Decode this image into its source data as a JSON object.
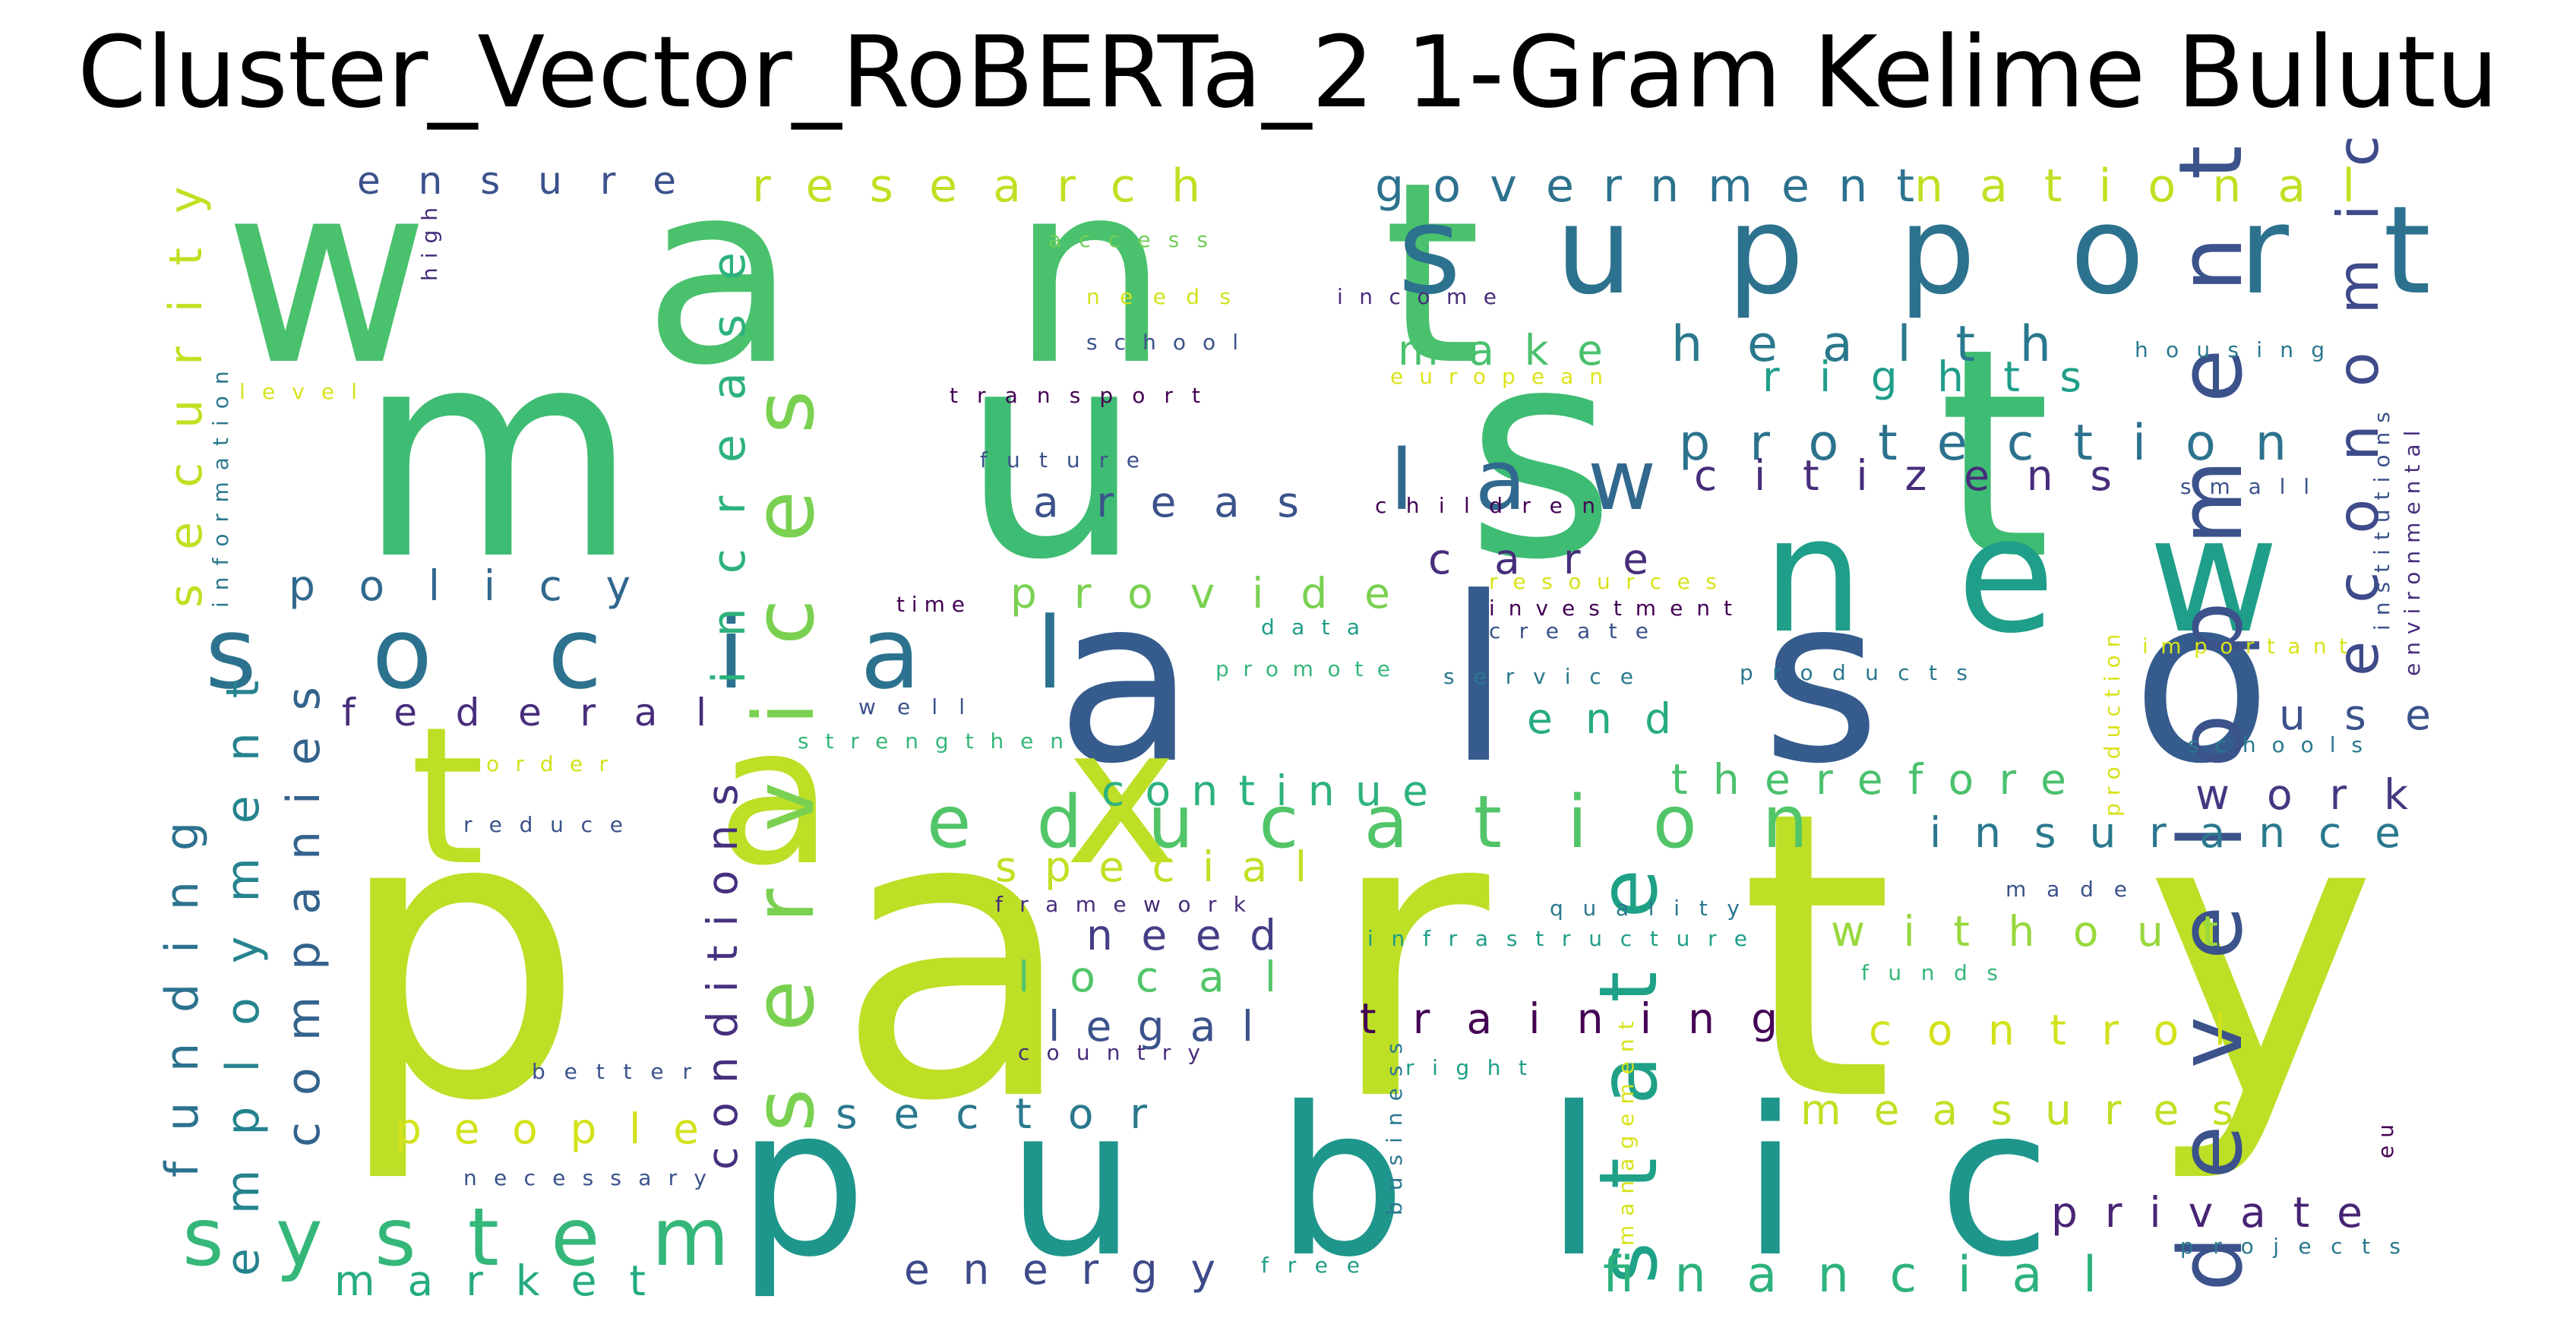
{
  "title": "Cluster_Vector_RoBERTa_2 1-Gram Kelime Bulutu",
  "palette": "viridis",
  "background": "#ffffff",
  "words": [
    {
      "text": "party",
      "color": "#bddf26"
    },
    {
      "text": "must",
      "color": "#3fbc73"
    },
    {
      "text": "want",
      "color": "#4ac16d"
    },
    {
      "text": "also",
      "color": "#365c8d"
    },
    {
      "text": "new",
      "color": "#1f9e89"
    },
    {
      "text": "public",
      "color": "#1f968b"
    },
    {
      "text": "tax",
      "color": "#bddf26"
    },
    {
      "text": "support",
      "color": "#2c728e"
    },
    {
      "text": "social",
      "color": "#2c728e"
    },
    {
      "text": "education",
      "color": "#52c569"
    },
    {
      "text": "development",
      "color": "#3b528b"
    },
    {
      "text": "services",
      "color": "#7ad151"
    },
    {
      "text": "system",
      "color": "#35b779"
    },
    {
      "text": "state",
      "color": "#1fa187"
    },
    {
      "text": "law",
      "color": "#31688e"
    },
    {
      "text": "economic",
      "color": "#3e4a89"
    },
    {
      "text": "health",
      "color": "#2a788e"
    },
    {
      "text": "protection",
      "color": "#2c728e"
    },
    {
      "text": "financial",
      "color": "#2db27d"
    },
    {
      "text": "government",
      "color": "#2c728e"
    },
    {
      "text": "national",
      "color": "#c2df23"
    },
    {
      "text": "research",
      "color": "#c2df23"
    },
    {
      "text": "employment",
      "color": "#25838e"
    },
    {
      "text": "funding",
      "color": "#2c728e"
    },
    {
      "text": "companies",
      "color": "#33638d"
    },
    {
      "text": "security",
      "color": "#c2df23"
    },
    {
      "text": "increase",
      "color": "#2db27d"
    },
    {
      "text": "conditions",
      "color": "#46307e"
    },
    {
      "text": "insurance",
      "color": "#2a788e"
    },
    {
      "text": "training",
      "color": "#440154"
    },
    {
      "text": "without",
      "color": "#98d83e"
    },
    {
      "text": "control",
      "color": "#d2e21b"
    },
    {
      "text": "measures",
      "color": "#c2df23"
    },
    {
      "text": "private",
      "color": "#482475"
    },
    {
      "text": "work",
      "color": "#453781"
    },
    {
      "text": "use",
      "color": "#3b528b"
    },
    {
      "text": "therefore",
      "color": "#4ac16d"
    },
    {
      "text": "citizens",
      "color": "#472d7b"
    },
    {
      "text": "rights",
      "color": "#1f9e89"
    },
    {
      "text": "make",
      "color": "#4ac16d"
    },
    {
      "text": "care",
      "color": "#472d7b"
    },
    {
      "text": "provide",
      "color": "#7ad151"
    },
    {
      "text": "end",
      "color": "#25ab82"
    },
    {
      "text": "continue",
      "color": "#2db27d"
    },
    {
      "text": "special",
      "color": "#c2df23"
    },
    {
      "text": "need",
      "color": "#433e85"
    },
    {
      "text": "local",
      "color": "#52c569"
    },
    {
      "text": "legal",
      "color": "#3b528b"
    },
    {
      "text": "sector",
      "color": "#2a788e"
    },
    {
      "text": "energy",
      "color": "#3e4a89"
    },
    {
      "text": "people",
      "color": "#d2e21b"
    },
    {
      "text": "market",
      "color": "#25ab82"
    },
    {
      "text": "policy",
      "color": "#31688e"
    },
    {
      "text": "areas",
      "color": "#3b528b"
    },
    {
      "text": "federal",
      "color": "#472d7b"
    },
    {
      "text": "ensure",
      "color": "#3b528b"
    },
    {
      "text": "access",
      "color": "#70cf57"
    },
    {
      "text": "needs",
      "color": "#d2e21b"
    },
    {
      "text": "income",
      "color": "#472d7b"
    },
    {
      "text": "school",
      "color": "#3b528b"
    },
    {
      "text": "transport",
      "color": "#440154"
    },
    {
      "text": "european",
      "color": "#dde318"
    },
    {
      "text": "future",
      "color": "#3b528b"
    },
    {
      "text": "children",
      "color": "#440154"
    },
    {
      "text": "resources",
      "color": "#d8e219"
    },
    {
      "text": "investment",
      "color": "#440154"
    },
    {
      "text": "create",
      "color": "#3b528b"
    },
    {
      "text": "time",
      "color": "#440154"
    },
    {
      "text": "data",
      "color": "#1f9e89"
    },
    {
      "text": "promote",
      "color": "#35b779"
    },
    {
      "text": "service",
      "color": "#2a788e"
    },
    {
      "text": "products",
      "color": "#2a788e"
    },
    {
      "text": "well",
      "color": "#3b528b"
    },
    {
      "text": "strengthen",
      "color": "#35b779"
    },
    {
      "text": "order",
      "color": "#d2e21b"
    },
    {
      "text": "reduce",
      "color": "#3b528b"
    },
    {
      "text": "framework",
      "color": "#472d7b"
    },
    {
      "text": "quality",
      "color": "#2a788e"
    },
    {
      "text": "made",
      "color": "#3b528b"
    },
    {
      "text": "infrastructure",
      "color": "#1f9e89"
    },
    {
      "text": "funds",
      "color": "#35b779"
    },
    {
      "text": "country",
      "color": "#472d7b"
    },
    {
      "text": "right",
      "color": "#1f9e89"
    },
    {
      "text": "better",
      "color": "#3b528b"
    },
    {
      "text": "necessary",
      "color": "#3b528b"
    },
    {
      "text": "free",
      "color": "#1f9e89"
    },
    {
      "text": "projects",
      "color": "#2a788e"
    },
    {
      "text": "eu",
      "color": "#440154"
    },
    {
      "text": "business",
      "color": "#2a788e"
    },
    {
      "text": "management",
      "color": "#d8e219"
    },
    {
      "text": "production",
      "color": "#d8e219"
    },
    {
      "text": "important",
      "color": "#d8e219"
    },
    {
      "text": "schools",
      "color": "#2a788e"
    },
    {
      "text": "small",
      "color": "#3b528b"
    },
    {
      "text": "housing",
      "color": "#2a788e"
    },
    {
      "text": "institutions",
      "color": "#3b528b"
    },
    {
      "text": "environmental",
      "color": "#472d7b"
    },
    {
      "text": "information",
      "color": "#2a788e"
    },
    {
      "text": "high",
      "color": "#472d7b"
    },
    {
      "text": "level",
      "color": "#d8e219"
    }
  ]
}
